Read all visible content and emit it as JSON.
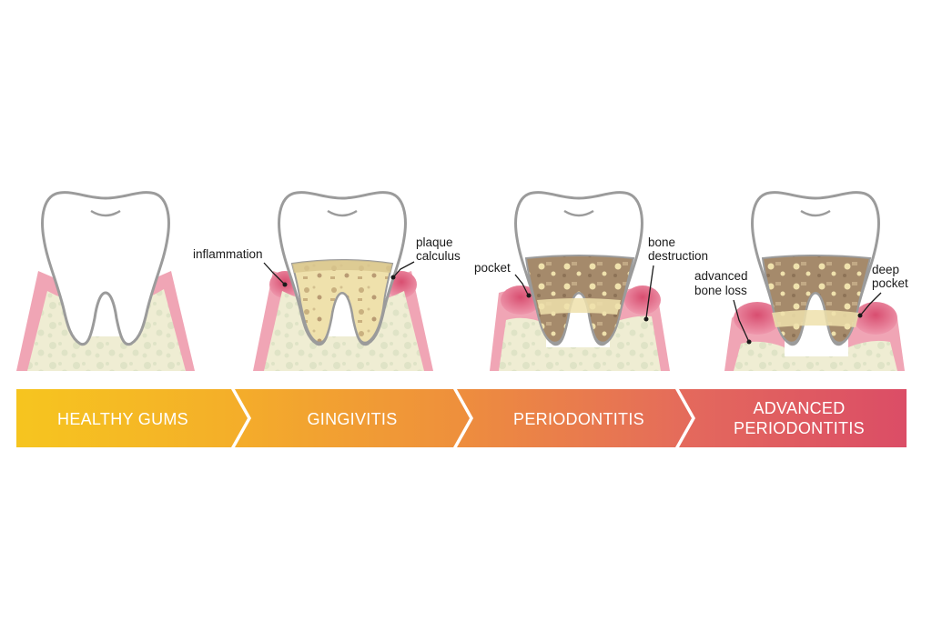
{
  "stages": [
    {
      "name": "HEALTHY GUMS",
      "lines": [
        "HEALTHY GUMS"
      ],
      "color_from": "#f6c51f",
      "color_to": "#f4ad2a"
    },
    {
      "name": "GINGIVITIS",
      "lines": [
        "GINGIVITIS"
      ],
      "color_from": "#f4ad2a",
      "color_to": "#ee8e3d"
    },
    {
      "name": "PERIODONTITIS",
      "lines": [
        "PERIODONTITIS"
      ],
      "color_from": "#ee8e3d",
      "color_to": "#e46a5c"
    },
    {
      "name": "ADVANCED PERIODONTITIS",
      "lines": [
        "ADVANCED",
        "PERIODONTITIS"
      ],
      "color_from": "#e46a5c",
      "color_to": "#db4d66"
    }
  ],
  "annotations": {
    "gingivitis": {
      "inflammation": "inflammation",
      "plaque_calculus": [
        "plaque",
        "calculus"
      ]
    },
    "periodontitis": {
      "pocket": "pocket",
      "bone_destruction": [
        "bone",
        "destruction"
      ]
    },
    "advanced": {
      "advanced_bone_loss": [
        "advanced",
        "bone loss"
      ],
      "deep_pocket": [
        "deep",
        "pocket"
      ]
    }
  },
  "colors": {
    "gum": "#f0a5b5",
    "gum_inflamed": "#e06783",
    "bone": "#efedd3",
    "bone_spot": "#dfe3c6",
    "tooth": "#ffffff",
    "tooth_outline": "#9b9b9b",
    "plaque": "#efe1ac",
    "calculus": "#a58a6b"
  }
}
